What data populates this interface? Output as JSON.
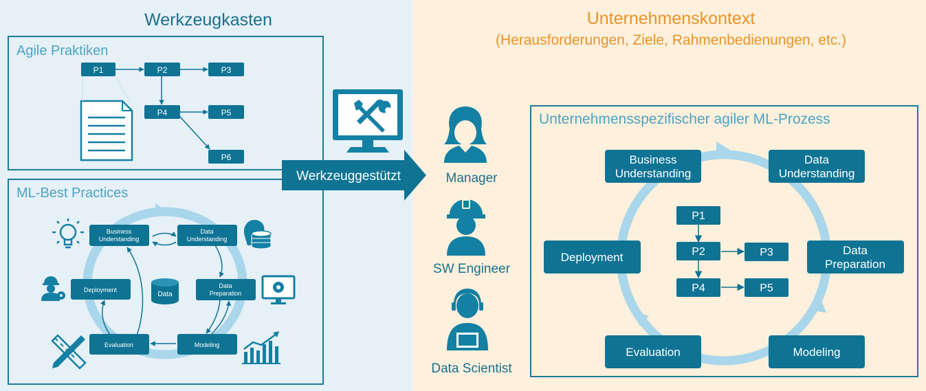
{
  "colors": {
    "left_bg": "#e6f0f7",
    "right_bg": "#fdf0dc",
    "box": "#0f7394",
    "box_text": "#ffffff",
    "frame": "#1d7a9b",
    "cycle": "#a9d6ea",
    "title_left": "#1a6f8e",
    "title_right": "#e8942a",
    "subtitle": "#4aa3c4",
    "icon": "#1480a3"
  },
  "left": {
    "title": "Werkzeugkasten",
    "agile": {
      "title": "Agile Praktiken",
      "boxes": [
        "P1",
        "P2",
        "P3",
        "P4",
        "P5",
        "P6"
      ],
      "document_icon": "document-icon"
    },
    "ml": {
      "title": "ML-Best Practices",
      "phases": {
        "business": [
          "Business",
          "Understanding"
        ],
        "data_und": [
          "Data",
          "Understanding"
        ],
        "data_prep": [
          "Data",
          "Preparation"
        ],
        "modeling": "Modeling",
        "evaluation": "Evaluation",
        "deployment": "Deployment",
        "data": "Data"
      },
      "icons": [
        "lightbulb-icon",
        "database-head-icon",
        "monitor-gear-icon",
        "bar-chart-icon",
        "ruler-pencil-icon",
        "engineer-gear-icon",
        "database-icon"
      ]
    }
  },
  "middle": {
    "arrow_label": "Werkzeuggestützt",
    "monitor_icon": "monitor-tools-icon",
    "roles": [
      "Manager",
      "SW Engineer",
      "Data Scientist"
    ],
    "role_icons": [
      "manager-icon",
      "sw-engineer-icon",
      "data-scientist-icon"
    ]
  },
  "right": {
    "title": "Unternehmenskontext",
    "subtitle": "(Herausforderungen, Ziele, Rahmenbedienungen, etc.)",
    "process": {
      "title": "Unternehmensspezifischer agiler ML-Prozess",
      "phases": {
        "business": [
          "Business",
          "Understanding"
        ],
        "data_und": [
          "Data",
          "Understanding"
        ],
        "data_prep": [
          "Data",
          "Preparation"
        ],
        "modeling": "Modeling",
        "evaluation": "Evaluation",
        "deployment": "Deployment"
      },
      "boxes": [
        "P1",
        "P2",
        "P3",
        "P4",
        "P5"
      ]
    }
  }
}
